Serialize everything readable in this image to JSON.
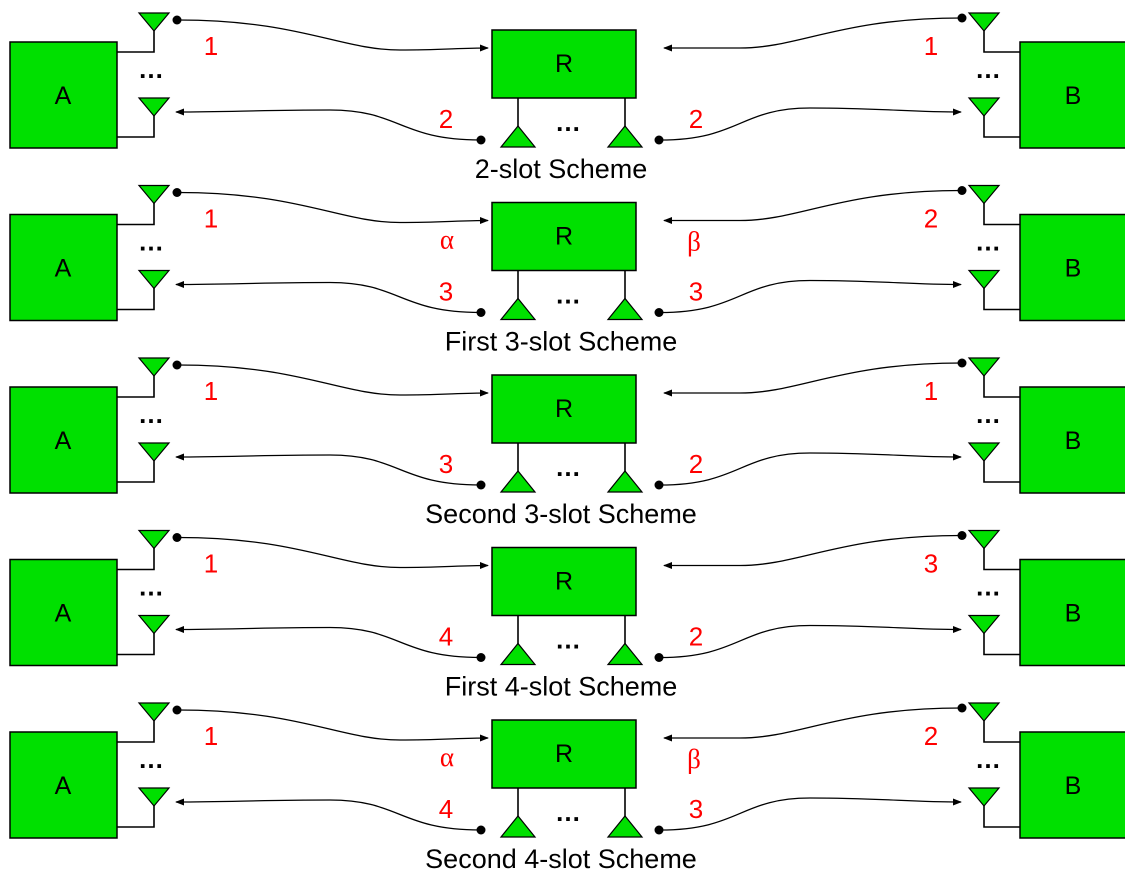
{
  "nodes": {
    "a_label": "A",
    "b_label": "B",
    "relay_label": "R"
  },
  "ellipsis": "…",
  "colors": {
    "node_fill": "#00e000",
    "slot_text": "#ff0000",
    "line": "#000000"
  },
  "panels": [
    {
      "caption": "2-slot Scheme",
      "a_top": "1",
      "a_bottom": "2",
      "b_top": "1",
      "b_bottom": "2",
      "alpha": "",
      "beta": ""
    },
    {
      "caption": "First 3-slot Scheme",
      "a_top": "1",
      "a_bottom": "3",
      "b_top": "2",
      "b_bottom": "3",
      "alpha": "α",
      "beta": "β"
    },
    {
      "caption": "Second 3-slot Scheme",
      "a_top": "1",
      "a_bottom": "3",
      "b_top": "1",
      "b_bottom": "2",
      "alpha": "",
      "beta": ""
    },
    {
      "caption": "First 4-slot Scheme",
      "a_top": "1",
      "a_bottom": "4",
      "b_top": "3",
      "b_bottom": "2",
      "alpha": "",
      "beta": ""
    },
    {
      "caption": "Second 4-slot Scheme",
      "a_top": "1",
      "a_bottom": "4",
      "b_top": "2",
      "b_bottom": "3",
      "alpha": "α",
      "beta": "β"
    }
  ]
}
